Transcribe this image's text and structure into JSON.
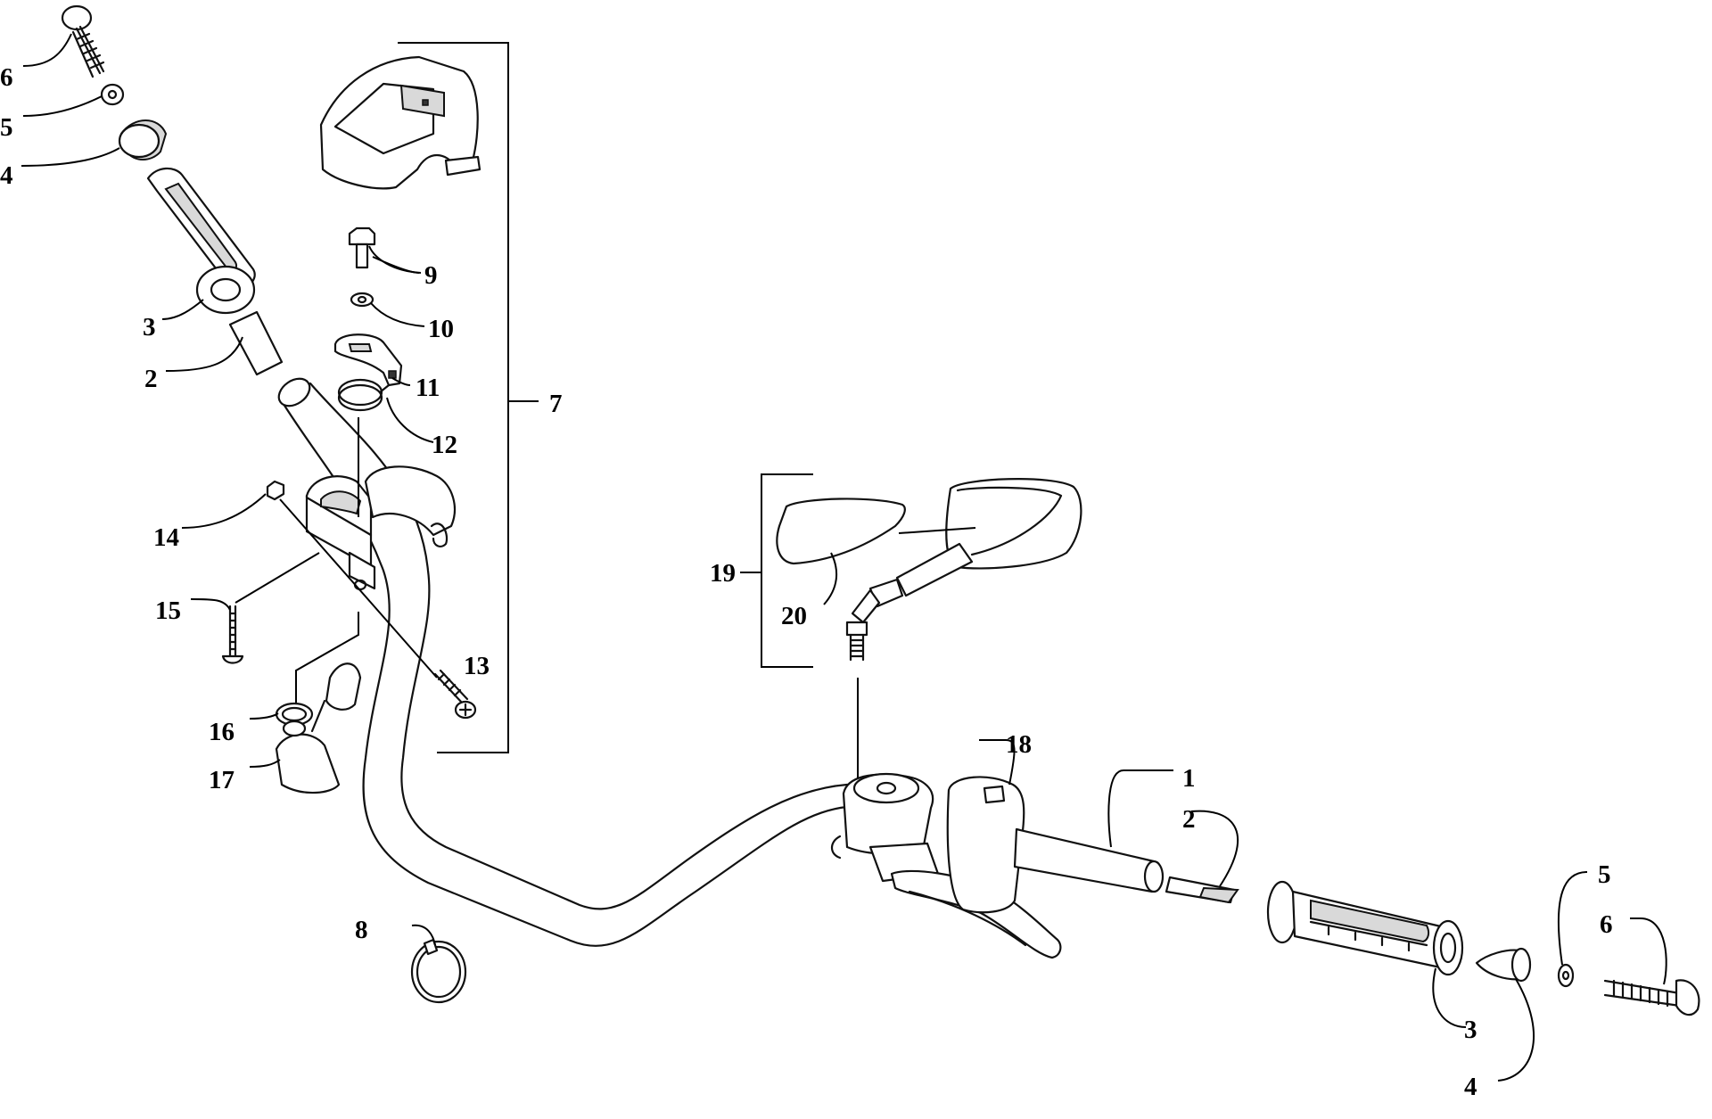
{
  "diagram": {
    "callouts": {
      "c1": "1",
      "c2_left": "2",
      "c2_right": "2",
      "c3_left": "3",
      "c3_right": "3",
      "c4_left": "4",
      "c4_right": "4",
      "c5_left": "5",
      "c5_right": "5",
      "c6_left": "6",
      "c6_right": "6",
      "c7": "7",
      "c8": "8",
      "c9": "9",
      "c10": "10",
      "c11": "11",
      "c12": "12",
      "c13": "13",
      "c14": "14",
      "c15": "15",
      "c16": "16",
      "c17": "17",
      "c18": "18",
      "c19": "19",
      "c20": "20"
    }
  }
}
